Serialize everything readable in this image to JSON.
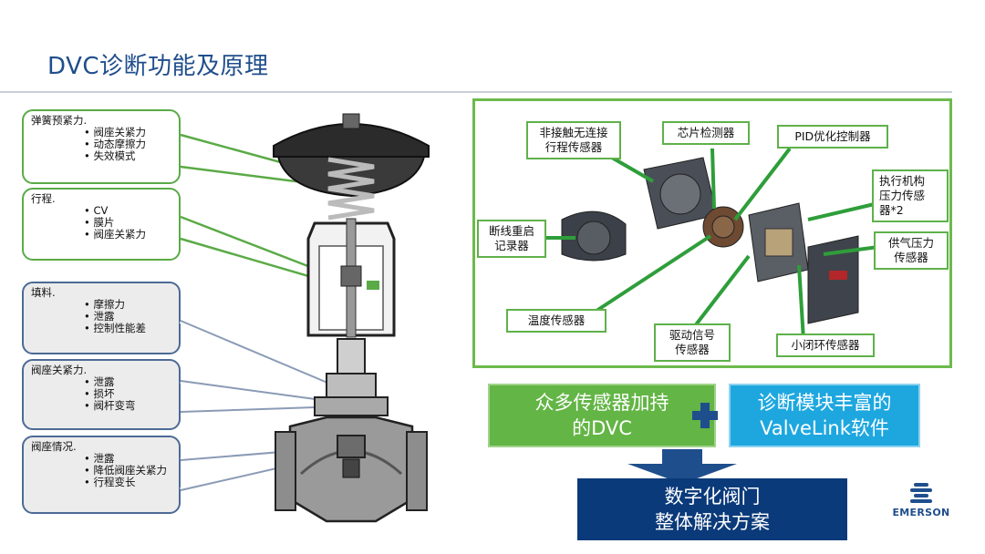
{
  "title": "DVC诊断功能及原理",
  "callouts": [
    {
      "heading": "弹簧预紧力.",
      "items": [
        "阀座关紧力",
        "动态摩擦力",
        "失效模式"
      ]
    },
    {
      "heading": "行程.",
      "items": [
        "CV",
        "膜片",
        "阀座关紧力"
      ]
    },
    {
      "heading": "填料.",
      "items": [
        "摩擦力",
        "泄露",
        "控制性能差"
      ]
    },
    {
      "heading": "阀座关紧力.",
      "items": [
        "泄露",
        "损坏",
        "阀杆变弯"
      ]
    },
    {
      "heading": "阀座情况.",
      "items": [
        "泄露",
        "降低阀座关紧力",
        "行程变长"
      ]
    }
  ],
  "sensors": {
    "non_contact_travel": "非接触无连接\n行程传感器",
    "chip_detector": "芯片检测器",
    "pid": "PID优化控制器",
    "actuator_pressure": "执行机构\n压力传感\n器*2",
    "supply_pressure": "供气压力\n传感器",
    "break_restart": "断线重启\n记录器",
    "temperature": "温度传感器",
    "drive_signal": "驱动信号\n传感器",
    "closed_loop": "小闭环传感器"
  },
  "summary": {
    "green_line1": "众多传感器加持",
    "green_line2": "的DVC",
    "blue_line1": "诊断模块丰富的",
    "blue_line2": "ValveLink软件",
    "navy_line1": "数字化阀门",
    "navy_line2": "整体解决方案"
  },
  "logo_text": "EMERSON",
  "colors": {
    "title": "#1f4e8c",
    "green": "#63b545",
    "blue": "#1ea7df",
    "navy": "#0b3a7a",
    "frame_green": "#6cba4c"
  }
}
